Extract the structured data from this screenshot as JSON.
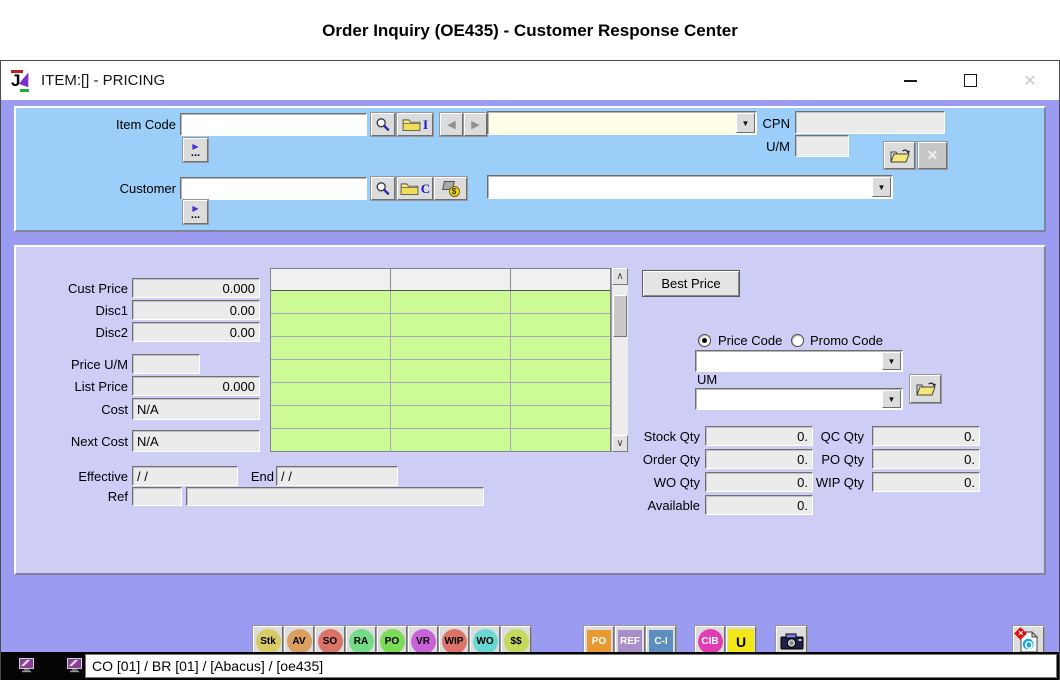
{
  "page_title": "Order Inquiry (OE435) - Customer Response Center",
  "window": {
    "title": "ITEM:[] - PRICING"
  },
  "icons": {
    "logo_letter": "J",
    "close_window": "✕",
    "dropdown_arrow": "▼",
    "prev_arrow": "◀",
    "next_arrow": "▶",
    "scroll_up": "∧",
    "scroll_down": "∨",
    "flag": "▶",
    "ellipsis": "...",
    "folder_letter_item": "I",
    "folder_letter_customer": "C",
    "dollar": "$",
    "clear_x": "✕",
    "info_bubble": "Q",
    "badge_x": "✕"
  },
  "top_panel": {
    "item_code": {
      "label": "Item Code",
      "value": "",
      "dropdown_value": ""
    },
    "cpn": {
      "label": "CPN",
      "value": ""
    },
    "um": {
      "label": "U/M",
      "value": ""
    },
    "customer": {
      "label": "Customer",
      "value": "",
      "dropdown_value": ""
    }
  },
  "pricing_panel": {
    "cust_price": {
      "label": "Cust Price",
      "value": "0.000"
    },
    "disc1": {
      "label": "Disc1",
      "value": "0.00"
    },
    "disc2": {
      "label": "Disc2",
      "value": "0.00"
    },
    "price_um": {
      "label": "Price U/M",
      "value": ""
    },
    "list_price": {
      "label": "List Price",
      "value": "0.000"
    },
    "cost": {
      "label": "Cost",
      "value": "N/A"
    },
    "next_cost": {
      "label": "Next Cost",
      "value": "N/A"
    },
    "effective": {
      "label": "Effective",
      "value": "/ /"
    },
    "end": {
      "label": "End",
      "value": "/ /"
    },
    "ref": {
      "label": "Ref",
      "value1": "",
      "value2": ""
    },
    "best_price_button": "Best Price",
    "price_mode": {
      "price_code_label": "Price Code",
      "promo_code_label": "Promo Code",
      "selected": "Price Code"
    },
    "price_code_value": "",
    "um_label": "UM",
    "um_value": ""
  },
  "quantities": {
    "stock_qty": {
      "label": "Stock Qty",
      "value": "0."
    },
    "order_qty": {
      "label": "Order Qty",
      "value": "0."
    },
    "wo_qty": {
      "label": "WO Qty",
      "value": "0."
    },
    "available": {
      "label": "Available",
      "value": "0."
    },
    "qc_qty": {
      "label": "QC Qty",
      "value": "0."
    },
    "po_qty": {
      "label": "PO Qty",
      "value": "0."
    },
    "wip_qty": {
      "label": "WIP Qty",
      "value": "0."
    }
  },
  "grid": {
    "rows": 7,
    "columns": 3
  },
  "toolbar": {
    "round_buttons": [
      {
        "label": "Stk",
        "color": "#D9CC67"
      },
      {
        "label": "AV",
        "color": "#DB9F60"
      },
      {
        "label": "SO",
        "color": "#DB7368"
      },
      {
        "label": "RA",
        "color": "#74DB88"
      },
      {
        "label": "PO",
        "color": "#7CDB55"
      },
      {
        "label": "VR",
        "color": "#CB61D9"
      },
      {
        "label": "WIP",
        "color": "#DB7368"
      },
      {
        "label": "WO",
        "color": "#67D8D2"
      },
      {
        "label": "$$",
        "color": "#C5D95C"
      }
    ],
    "square_buttons": [
      {
        "label": "PO",
        "color": "#E89A30",
        "text_color": "#FFFFFF"
      },
      {
        "label": "REF",
        "color": "#A98FC9",
        "text_color": "#FFFFFF"
      },
      {
        "label": "C-I",
        "color": "#5B8FC0",
        "text_color": "#FFFFFF"
      }
    ],
    "cib_button": {
      "label": "CIB",
      "color": "#E23CB4",
      "text_color": "#FFFFFF"
    },
    "u_button": {
      "label": "U",
      "color": "#F2E818",
      "text_color": "#000000"
    }
  },
  "status_bar": {
    "text": "CO [01] / BR [01] / [Abacus] / [oe435]"
  },
  "colors": {
    "client_bg": "#9B9BF2",
    "top_panel_bg": "#9CCEFA",
    "main_panel_bg": "#CDCDF6",
    "grid_green": "#CCFB95",
    "dropdown_cream": "#FFFEE6"
  }
}
